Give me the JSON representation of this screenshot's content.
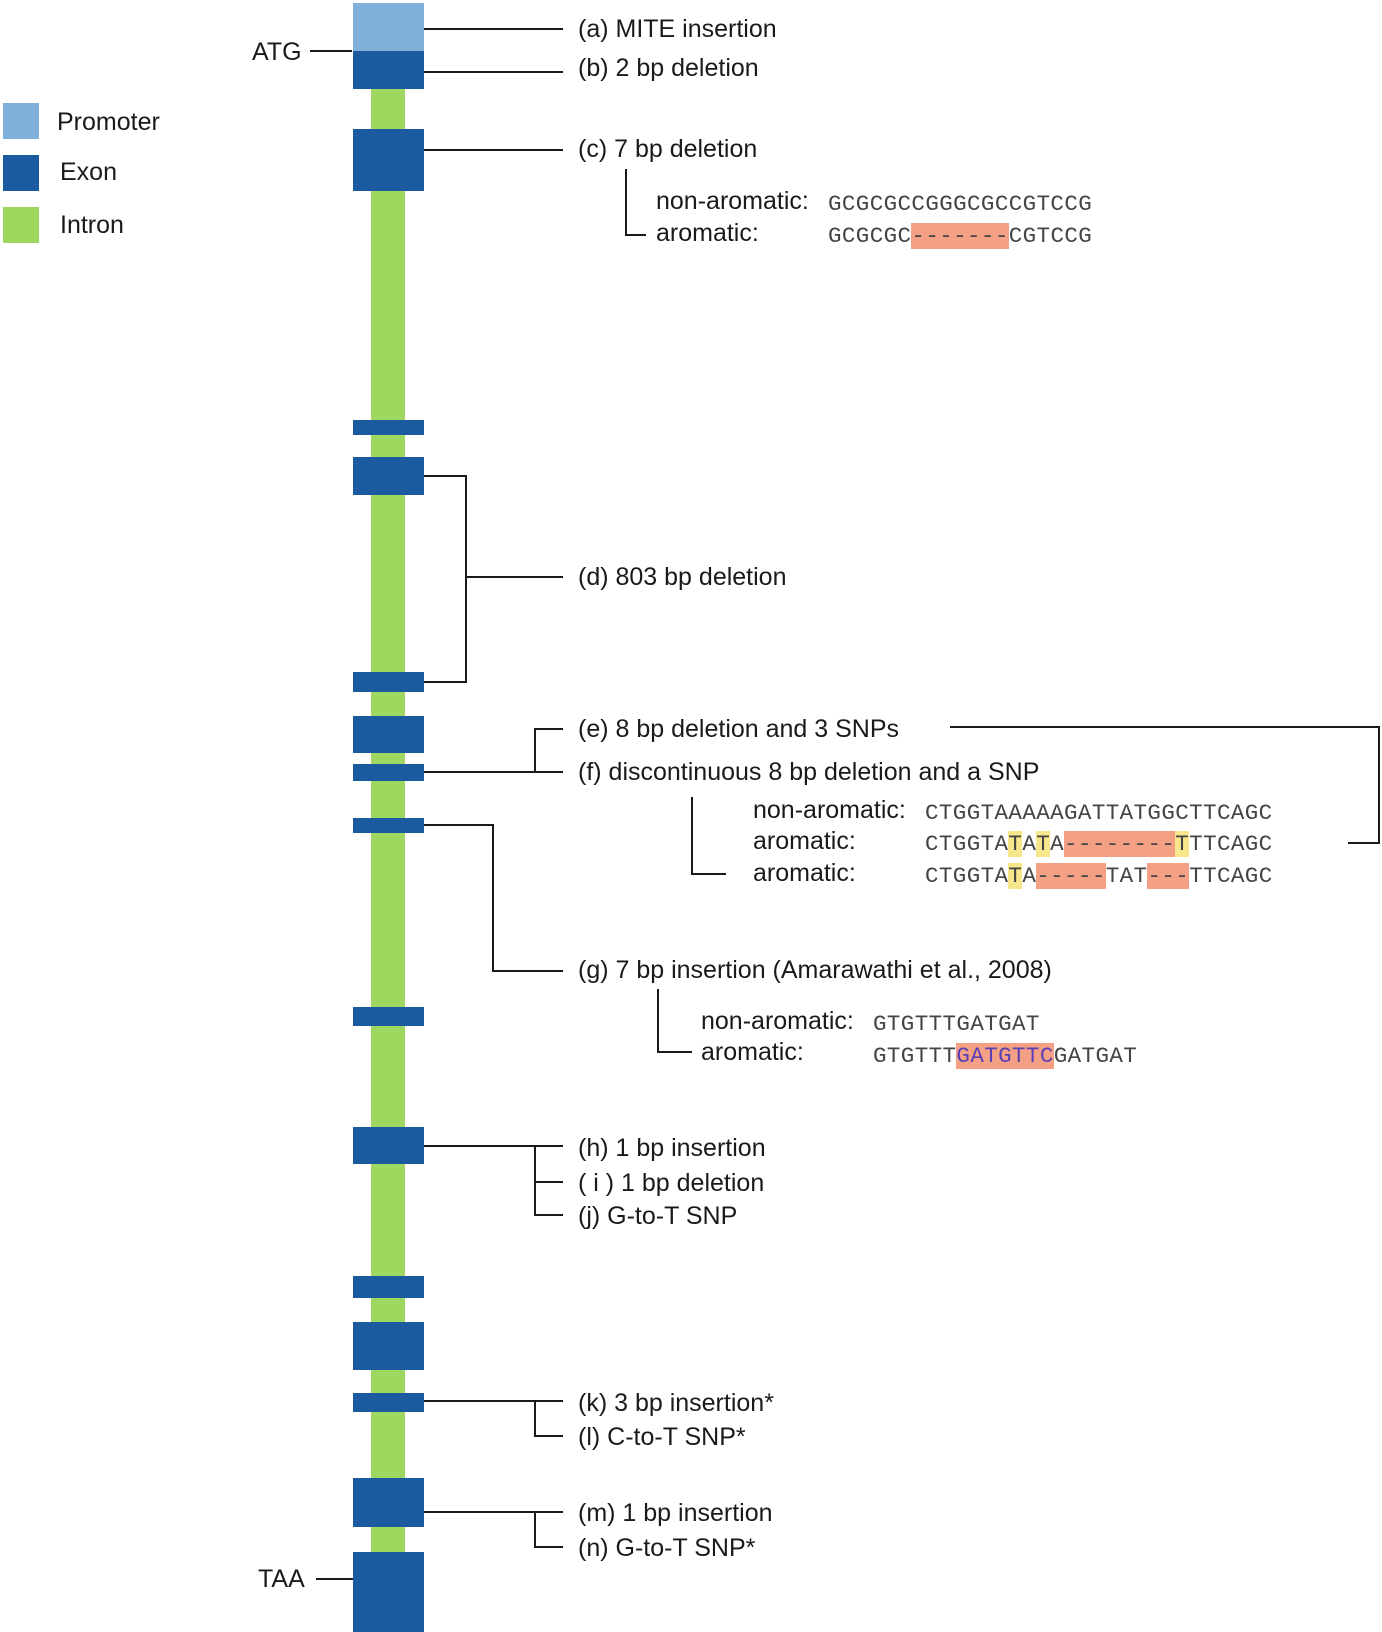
{
  "colors": {
    "promoter": "#7fb0d9",
    "exon": "#1b5a9e",
    "intron": "#9ed85f",
    "deletion_highlight": "#f4a085",
    "snp_highlight": "#f8e78a",
    "insertion_text": "#5b3fb5"
  },
  "legend": {
    "promoter": "Promoter",
    "exon": "Exon",
    "intron": "Intron"
  },
  "gene": {
    "start_label": "ATG",
    "stop_label": "TAA"
  },
  "annotations": {
    "a": "(a) MITE insertion",
    "b": "(b) 2 bp deletion",
    "c": "(c) 7 bp deletion",
    "d": "(d) 803 bp deletion",
    "e": "(e) 8 bp deletion and 3 SNPs",
    "f": "(f) discontinuous 8 bp deletion and a SNP",
    "g": "(g) 7 bp insertion (Amarawathi et al., 2008)",
    "h": "(h) 1 bp insertion",
    "i": "( i ) 1 bp deletion",
    "j": "(j) G-to-T SNP",
    "k": "(k) 3 bp insertion*",
    "l": "(l) C-to-T SNP*",
    "m": "(m) 1 bp insertion",
    "n": "(n) G-to-T SNP*"
  },
  "alignment_c": {
    "label_nonaromatic": "non-aromatic:",
    "label_aromatic": "aromatic:",
    "nonaromatic_seq": "GCGCGCCGGGCGCCGTCCG",
    "aromatic_seq": [
      "GCGCGC",
      "-------",
      "CGTCCG"
    ]
  },
  "alignment_ef": {
    "label_nonaromatic": "non-aromatic:",
    "label_aromatic_1": "aromatic:",
    "label_aromatic_2": "aromatic:",
    "nonaromatic_seq": "CTGGTAAAAAGATTATGGCTTCAGC",
    "aromatic_1_seq": [
      "CTGGTA",
      "T",
      "A",
      "T",
      "A",
      "--------",
      "T",
      "TTCAGC"
    ],
    "aromatic_2_seq": [
      "CTGGTA",
      "T",
      "A",
      "-----",
      "TAT",
      "---",
      "TTCAGC"
    ]
  },
  "alignment_g": {
    "label_nonaromatic": "non-aromatic:",
    "label_aromatic": "aromatic:",
    "nonaromatic_seq": "GTGTTTGATGAT",
    "aromatic_seq": [
      "GTGTTT",
      "GATGTTC",
      "GATGAT"
    ]
  }
}
